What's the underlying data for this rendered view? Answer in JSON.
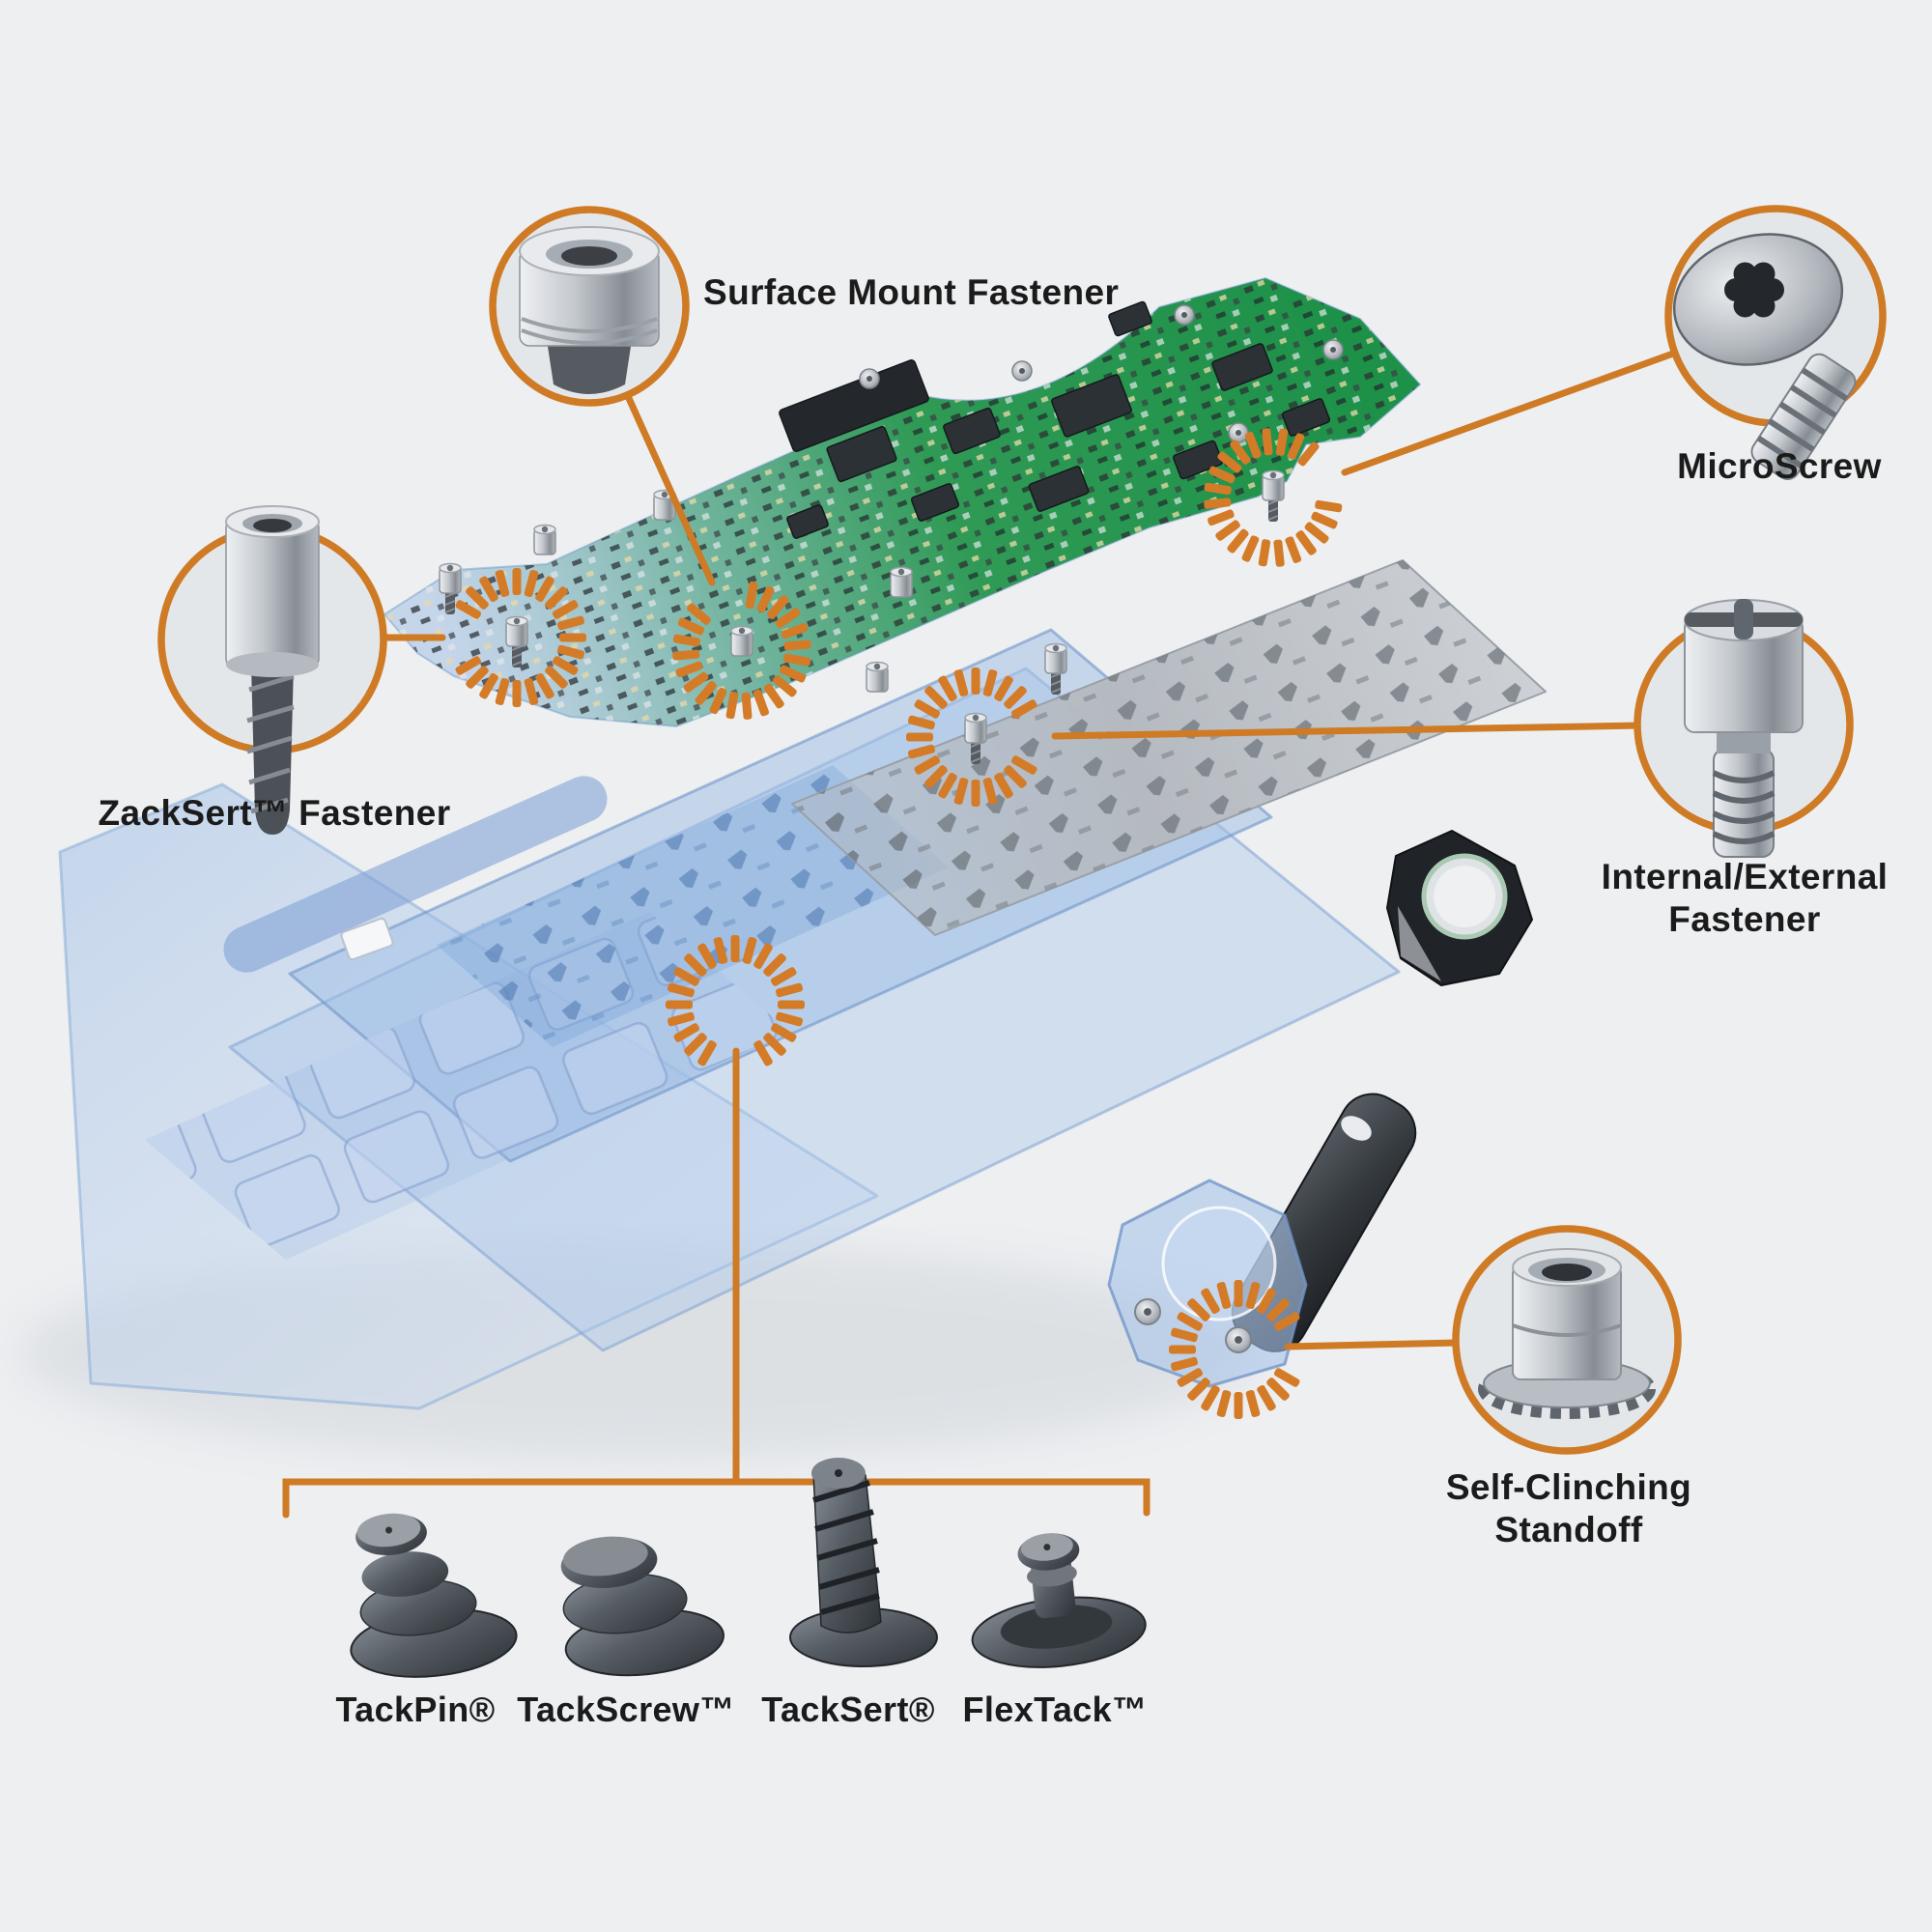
{
  "colors": {
    "background": "#edeff1",
    "accent_orange": "#cf7a24",
    "text": "#1b1b1b",
    "pcb_green": "#2f9a55",
    "case_blue": "#a8c4e8",
    "metal_gray": "#b5bac0"
  },
  "callouts": {
    "surface_mount": {
      "label": "Surface Mount Fastener",
      "icon": "surface-mount-fastener-icon"
    },
    "microscrew": {
      "label": "MicroScrew",
      "icon": "microscrew-icon"
    },
    "zacksert": {
      "label": "ZackSert™ Fastener",
      "icon": "zacksert-fastener-icon"
    },
    "internal_external": {
      "line1": "Internal/External",
      "line2": "Fastener",
      "icon": "internal-external-fastener-icon"
    },
    "self_clinching": {
      "line1": "Self-Clinching",
      "line2": "Standoff",
      "icon": "self-clinching-standoff-icon"
    }
  },
  "tack_family": {
    "tackpin": {
      "label": "TackPin®"
    },
    "tackscrew": {
      "label": "TackScrew™"
    },
    "tacksert": {
      "label": "TackSert®"
    },
    "flextack": {
      "label": "FlexTack™"
    }
  },
  "icons": [
    "starburst-location-marker",
    "callout-circle"
  ]
}
